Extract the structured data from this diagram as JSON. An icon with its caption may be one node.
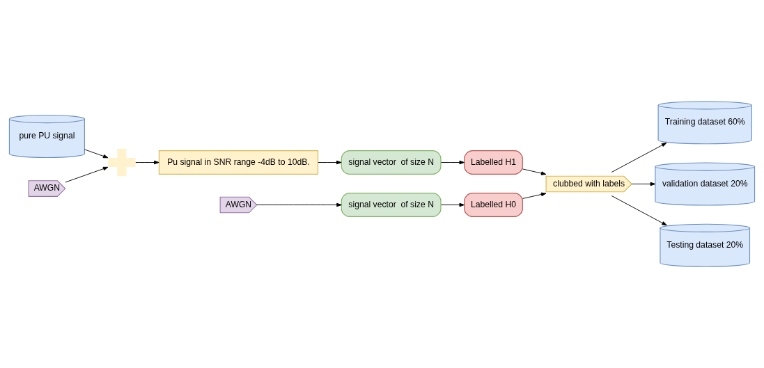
{
  "diagram": {
    "nodes": [
      {
        "text": [
          "pure PU signal"
        ]
      },
      {
        "text": [],
        "shape": "plus"
      },
      {
        "text": [
          "Pu signal in SNR range -4dB to 10dB."
        ]
      },
      {
        "text": [
          "signal vector  of size N"
        ]
      },
      {
        "text": [
          "Labelled H1"
        ]
      },
      {
        "text": [
          "AWGN"
        ]
      },
      {
        "text": [
          "clubbed with labels"
        ]
      },
      {
        "text": [
          "Training dataset 60%"
        ]
      },
      {
        "text": [
          "validation dataset 20%"
        ]
      },
      {
        "text": [
          "Testing dataset 20%"
        ]
      },
      {
        "text": [
          "Labelled H0"
        ]
      },
      {
        "text": [
          "signal vector  of size N"
        ]
      },
      {
        "text": [
          "AWGN"
        ]
      }
    ],
    "edges": [
      {
        "from": 0,
        "to": 1,
        "arrow": "to"
      },
      {
        "from": 5,
        "to": 1,
        "arrow": "to"
      },
      {
        "from": 1,
        "to": 2,
        "arrow": "to"
      },
      {
        "from": 2,
        "to": 3,
        "arrow": "to"
      },
      {
        "from": 3,
        "to": 4,
        "arrow": "to"
      },
      {
        "from": 4,
        "to": 6,
        "arrow": "to"
      },
      {
        "from": 12,
        "to": 11,
        "arrow": "to"
      },
      {
        "from": 11,
        "to": 10,
        "arrow": "to"
      },
      {
        "from": 10,
        "to": 6,
        "arrow": "to"
      },
      {
        "from": 6,
        "to": 7,
        "arrow": "to"
      },
      {
        "from": 6,
        "to": 8,
        "arrow": "to"
      },
      {
        "from": 6,
        "to": 9,
        "arrow": "to"
      }
    ]
  }
}
